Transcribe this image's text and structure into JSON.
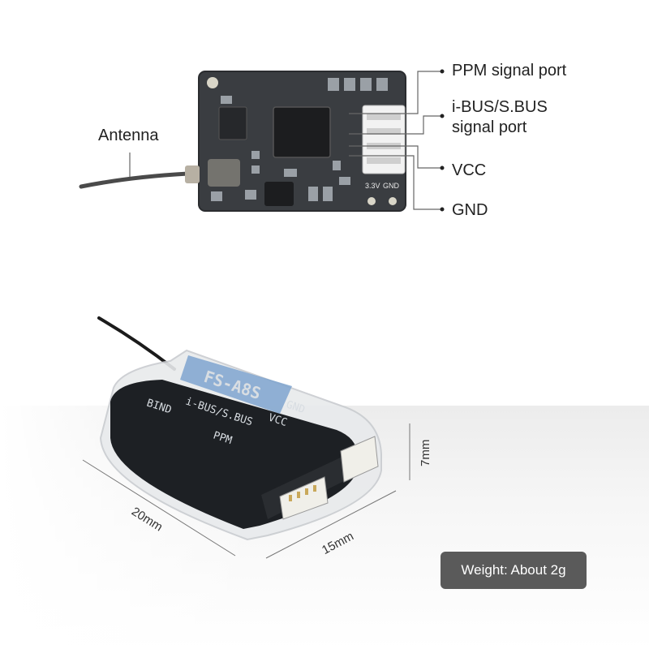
{
  "callouts": {
    "antenna": "Antenna",
    "ppm": "PPM signal port",
    "ibus_line1": "i-BUS/S.BUS",
    "ibus_line2": "signal port",
    "vcc": "VCC",
    "gnd": "GND"
  },
  "pcb_silkscreen": {
    "pwr": "3.3V",
    "gnd": "GND"
  },
  "case_labels": {
    "model": "FS-A8S",
    "bind": "BIND",
    "ibus": "i-BUS/S.BUS",
    "ppm": "PPM",
    "vcc": "VCC",
    "gnd": "GND"
  },
  "dimensions": {
    "length": "20mm",
    "width": "15mm",
    "height": "7mm"
  },
  "weight": "Weight: About 2g",
  "colors": {
    "pcb": "#3a3d41",
    "badge": "#5a5a5a",
    "case_dark": "#1d2024"
  }
}
